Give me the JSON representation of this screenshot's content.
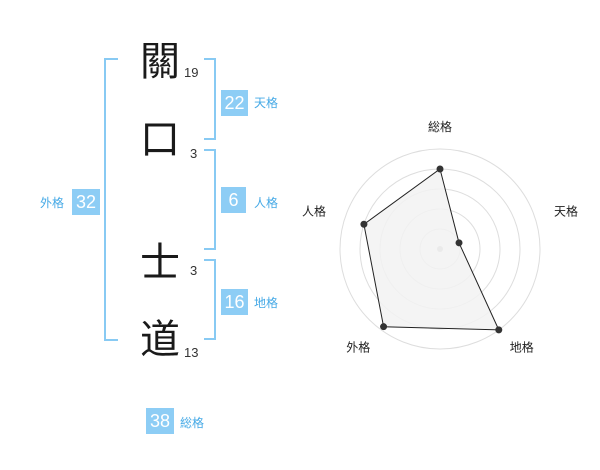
{
  "name": {
    "chars": [
      {
        "char": "關",
        "strokes": "19"
      },
      {
        "char": "口",
        "strokes": "3"
      },
      {
        "char": "士",
        "strokes": "3"
      },
      {
        "char": "道",
        "strokes": "13"
      }
    ]
  },
  "kaku": {
    "tenkaku": {
      "value": "22",
      "label": "天格"
    },
    "jinkaku": {
      "value": "6",
      "label": "人格"
    },
    "chikaku": {
      "value": "16",
      "label": "地格"
    },
    "gaikaku": {
      "value": "32",
      "label": "外格"
    },
    "soukaku": {
      "value": "38",
      "label": "総格"
    }
  },
  "chart_data": {
    "type": "radar",
    "axes": [
      "総格",
      "天格",
      "地格",
      "外格",
      "人格"
    ],
    "values": [
      0.8,
      0.2,
      1.0,
      0.96,
      0.8
    ],
    "rings": 5,
    "fill_color": "#f2f2f2",
    "line_color": "#222222",
    "grid_color": "#dddddd"
  },
  "colors": {
    "accent": "#8dcdf5",
    "label": "#45a9e6"
  }
}
